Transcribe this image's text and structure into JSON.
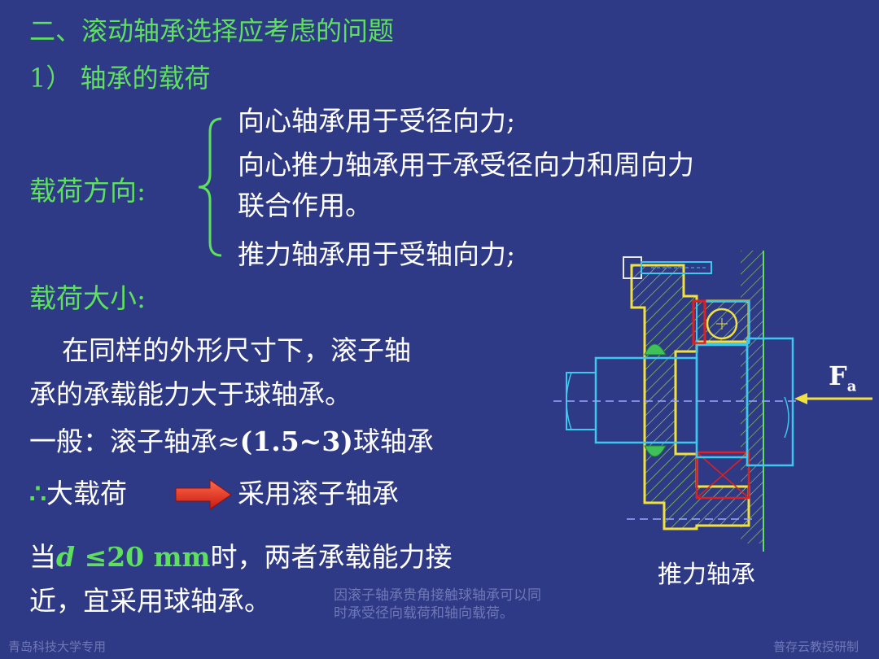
{
  "header": {
    "title": "二、滚动轴承选择应考虑的问题",
    "subtitle": "1） 轴承的载荷"
  },
  "load_direction": {
    "label": "载荷方向:",
    "items": [
      "向心轴承用于受径向力;",
      "向心推力轴承用于承受径向力和周向力",
      "联合作用。",
      "推力轴承用于受轴向力;"
    ]
  },
  "load_size": {
    "label": "载荷大小:",
    "line1": "在同样的外形尺寸下，滚子轴",
    "line2": "承的承载能力大于球轴承。",
    "general_prefix": "一般：滚子轴承≈",
    "general_ratio": "(1.5~3)",
    "general_suffix": "球轴承",
    "therefore_symbol": "∴",
    "therefore_text": "大载荷",
    "therefore_result": "采用滚子轴承",
    "cond_prefix": "当",
    "cond_var": "d",
    "cond_mid": " ≤20  mm",
    "cond_suffix": "时，两者承载能力接",
    "cond_line2": "近，宜采用球轴承。"
  },
  "note": {
    "line1": "因滚子轴承贵角接触球轴承可以同",
    "line2": "时承受径向载荷和轴向载荷。"
  },
  "figure": {
    "force_symbol": "F",
    "force_subscript": "a",
    "caption": "推力轴承"
  },
  "footer": {
    "left": "青岛科技大学专用",
    "right": "普存云教授研制"
  },
  "colors": {
    "background": "#2f3a86",
    "heading_green": "#5ee05e",
    "arrow_red": "#e8261e",
    "outline_yellow": "#f0e040",
    "outline_cyan": "#3ec8f0",
    "bearing_red": "#e02020"
  }
}
